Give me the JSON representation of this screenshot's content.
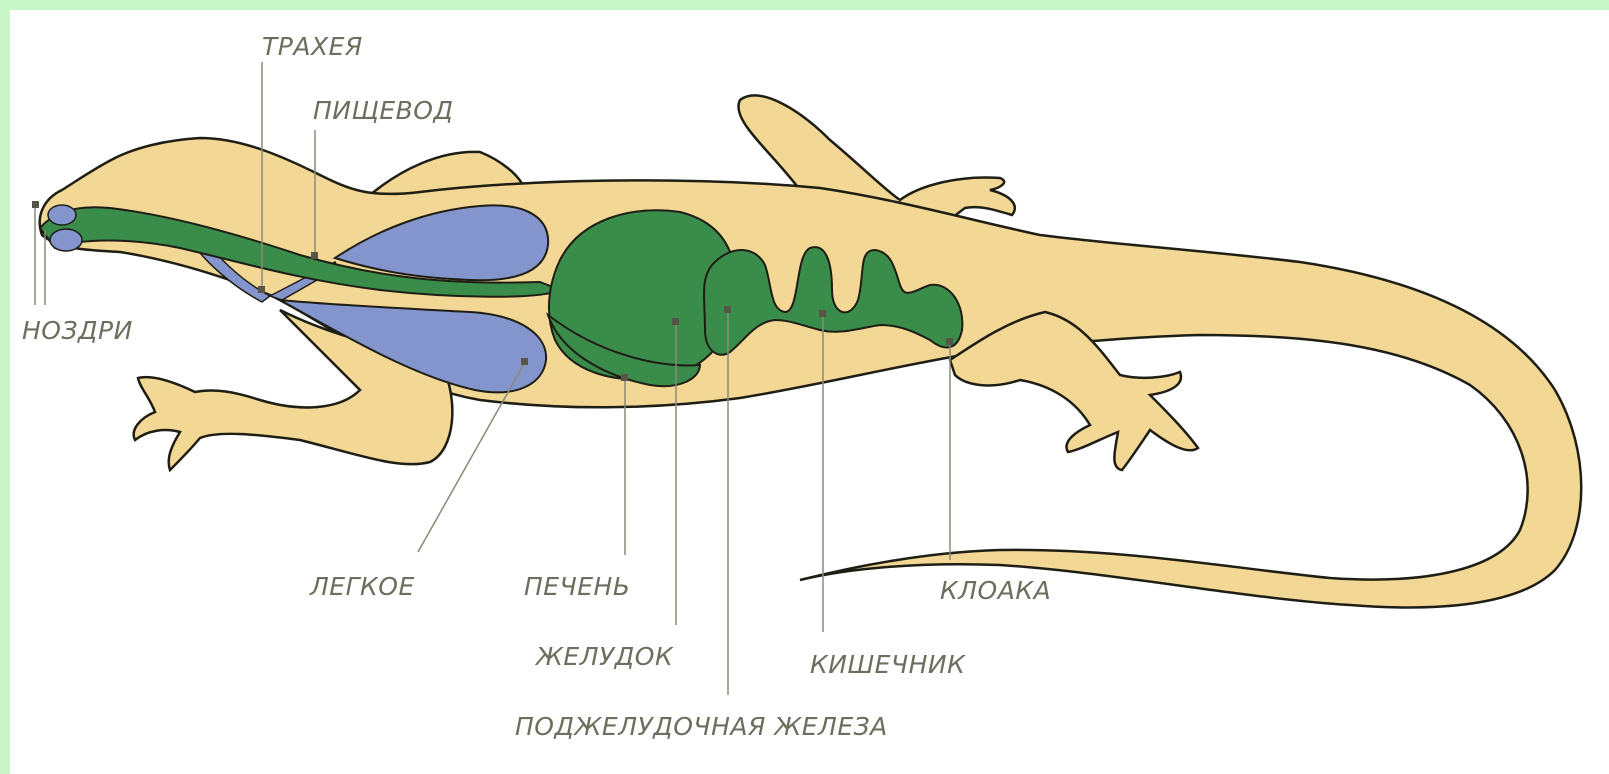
{
  "labels": {
    "trachea": "ТРАХЕЯ",
    "esophagus": "ПИЩЕВОД",
    "nostrils": "НОЗДРИ",
    "lung": "ЛЕГКОЕ",
    "liver": "ПЕЧЕНЬ",
    "stomach": "ЖЕЛУДОК",
    "pancreas": "ПОДЖЕЛУДОЧНАЯ ЖЕЛЕЗА",
    "intestine": "КИШЕЧНИК",
    "cloaca": "КЛОАКА"
  },
  "colors": {
    "frame": "#c9f7c9",
    "body": "#f2d795",
    "organs": "#3a8c4a",
    "lungs": "#8494cc",
    "outline": "#1e1e14",
    "label": "#6e6e5e",
    "leader": "#8a8a78"
  }
}
